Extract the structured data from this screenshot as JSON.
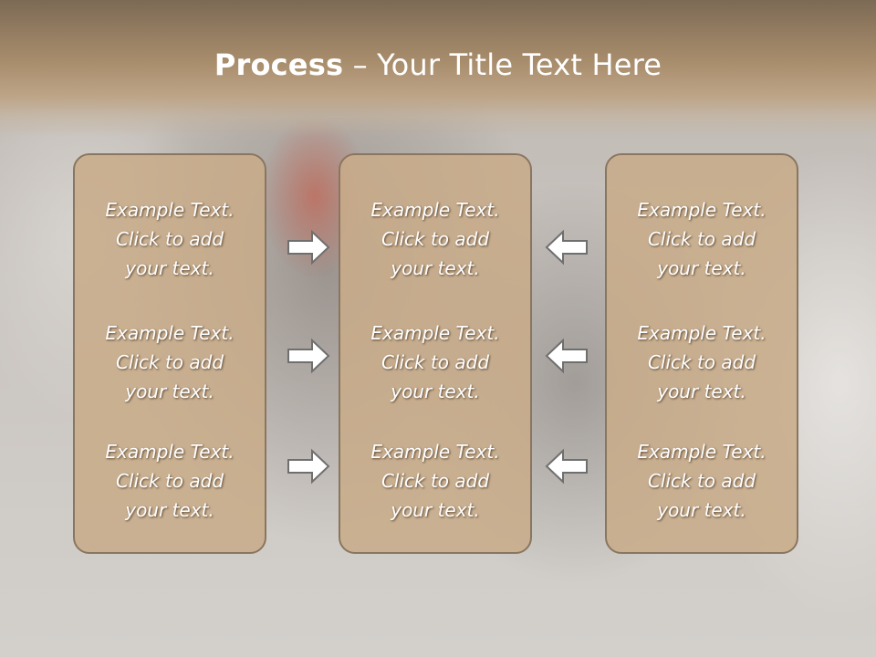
{
  "title": {
    "bold": "Process",
    "rest": " – Your Title Text Here"
  },
  "columns": [
    {
      "items": [
        [
          "Example Text.",
          "Click  to add",
          "your text."
        ],
        [
          "Example Text.",
          "Click  to add",
          "your text."
        ],
        [
          "Example Text.",
          "Click  to add",
          "your text."
        ]
      ]
    },
    {
      "items": [
        [
          "Example Text.",
          "Click  to add",
          "your text."
        ],
        [
          "Example Text.",
          "Click  to add",
          "your text."
        ],
        [
          "Example Text.",
          "Click  to add",
          "your text."
        ]
      ]
    },
    {
      "items": [
        [
          "Example Text.",
          "Click  to add",
          "your text."
        ],
        [
          "Example Text.",
          "Click  to add",
          "your text."
        ],
        [
          "Example Text.",
          "Click  to add",
          "your text."
        ]
      ]
    }
  ],
  "arrows": {
    "left_group": "right-arrow-icon",
    "right_group": "left-arrow-icon"
  },
  "colors": {
    "box_fill": "#c8ac8a",
    "box_border": "#8a7660",
    "title_band": "#a88d6c"
  }
}
